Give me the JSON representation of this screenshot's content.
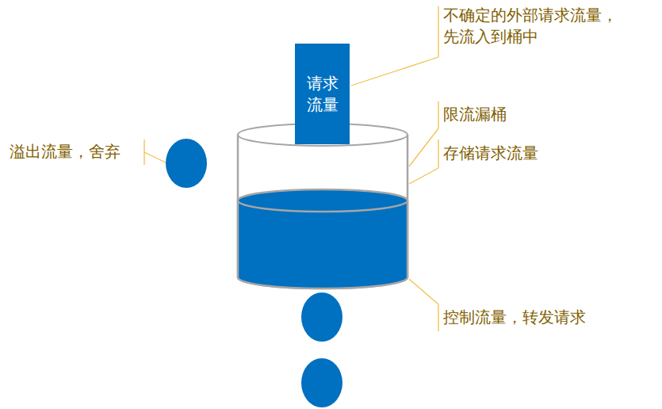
{
  "diagram": {
    "nodes": [
      {
        "text": [
          "请求 流量"
        ]
      }
    ],
    "labels": [
      "不确定的外部请求流量， 先流入到桶中",
      "限流漏桶",
      "存储请求流量",
      "溢出流量，舍弃",
      "控制流量，转发请求"
    ]
  }
}
